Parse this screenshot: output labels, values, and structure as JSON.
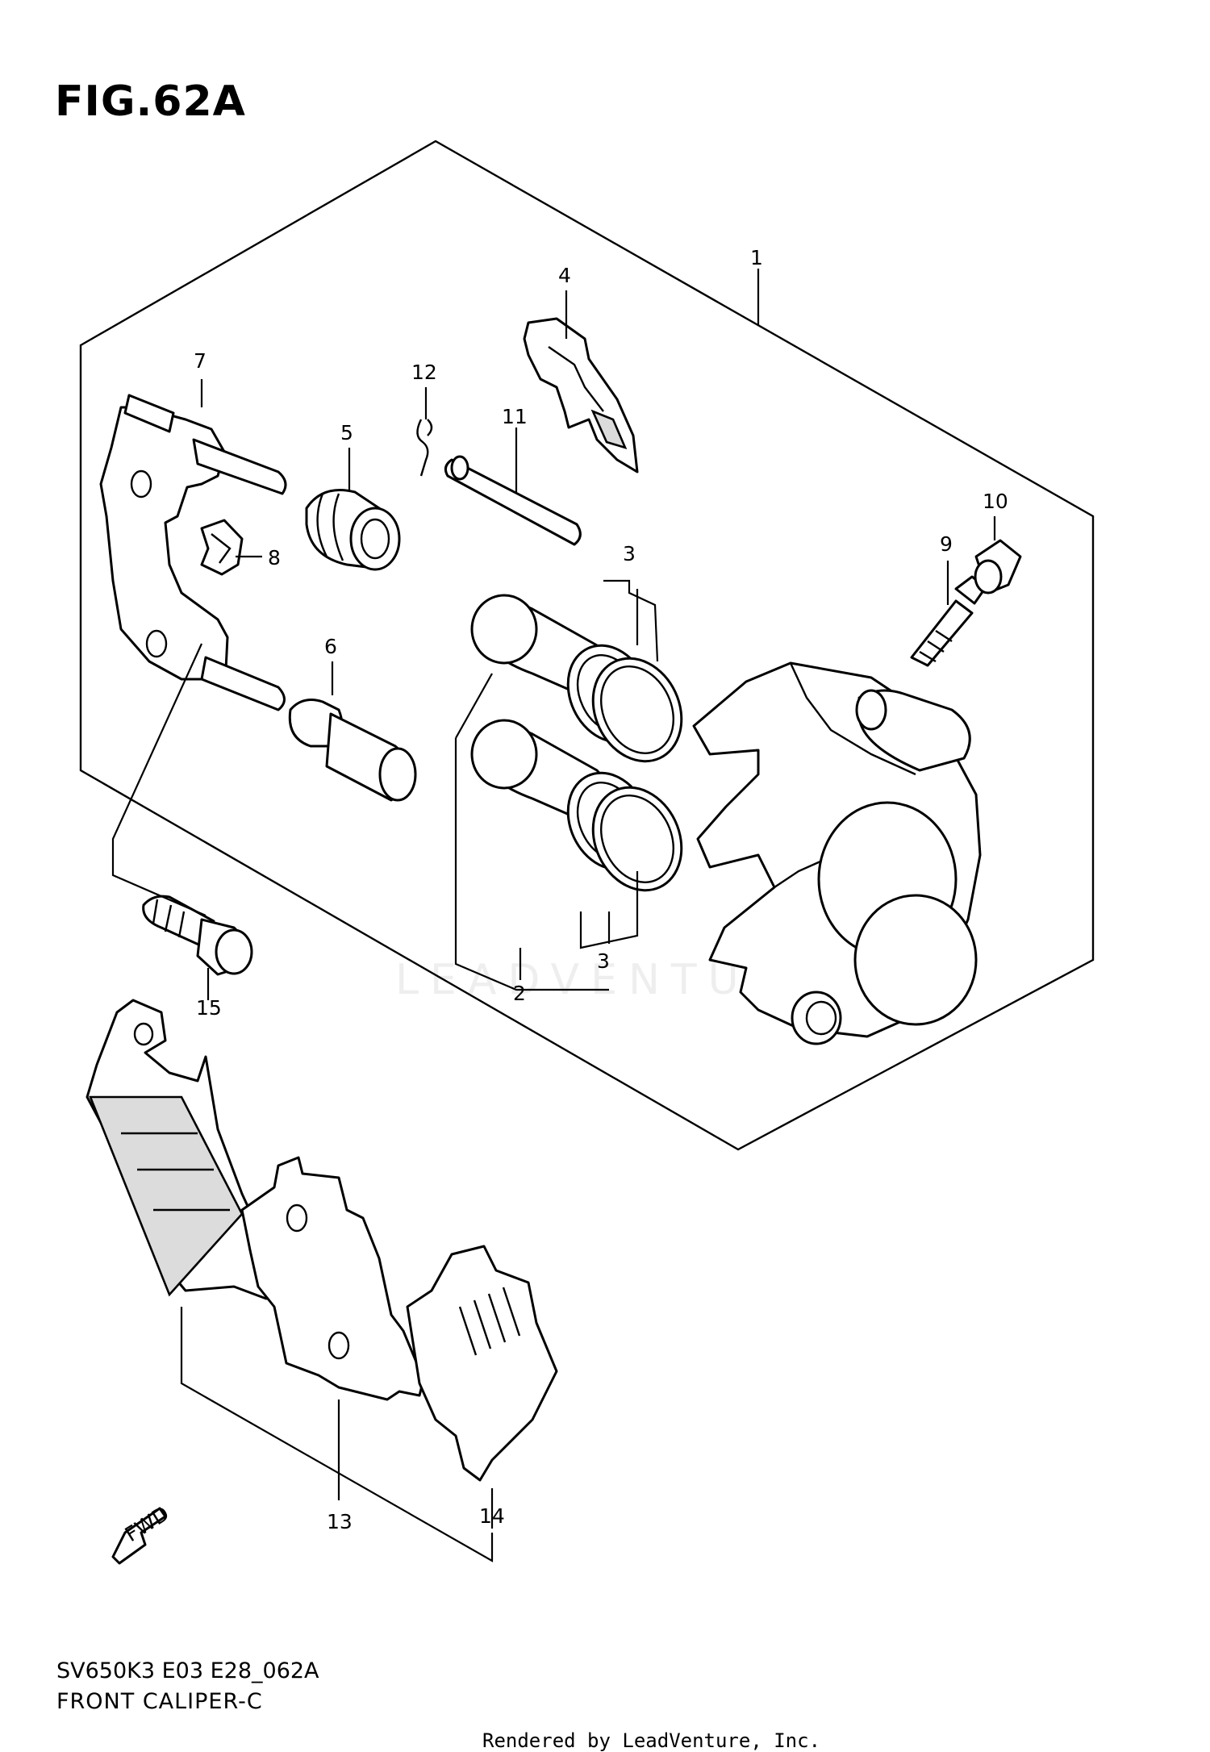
{
  "figure": {
    "title": "FIG.62A",
    "model_code": "SV650K3 E03 E28_062A",
    "diagram_title": "FRONT CALIPER-C",
    "render_credit": "Rendered by LeadVenture, Inc.",
    "watermark": "LEADVENTURE"
  },
  "callouts": [
    {
      "id": "c1",
      "label": "1"
    },
    {
      "id": "c2",
      "label": "2"
    },
    {
      "id": "c3a",
      "label": "3"
    },
    {
      "id": "c3b",
      "label": "3"
    },
    {
      "id": "c4",
      "label": "4"
    },
    {
      "id": "c5",
      "label": "5"
    },
    {
      "id": "c6",
      "label": "6"
    },
    {
      "id": "c7",
      "label": "7"
    },
    {
      "id": "c8",
      "label": "8"
    },
    {
      "id": "c9",
      "label": "9"
    },
    {
      "id": "c10",
      "label": "10"
    },
    {
      "id": "c11",
      "label": "11"
    },
    {
      "id": "c12",
      "label": "12"
    },
    {
      "id": "c13",
      "label": "13"
    },
    {
      "id": "c14",
      "label": "14"
    },
    {
      "id": "c15",
      "label": "15"
    }
  ],
  "fwd_label": "FWD"
}
